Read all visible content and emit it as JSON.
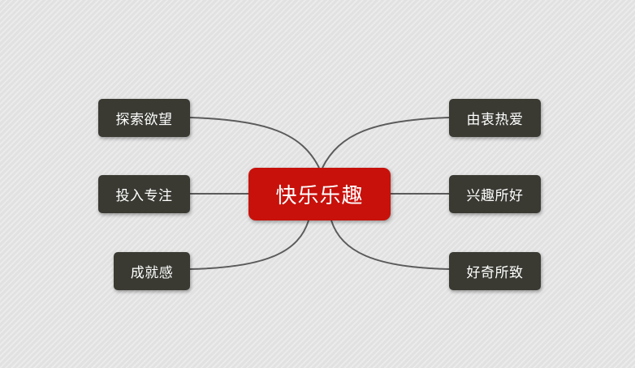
{
  "mindmap": {
    "center": {
      "label": "快乐乐趣",
      "color": "#c8110b"
    },
    "branch_color": "#3a3a33",
    "connector_color": "#5b5b5b",
    "left_branches": [
      {
        "label": "探索欲望"
      },
      {
        "label": "投入专注"
      },
      {
        "label": "成就感"
      }
    ],
    "right_branches": [
      {
        "label": "由衷热爱"
      },
      {
        "label": "兴趣所好"
      },
      {
        "label": "好奇所致"
      }
    ]
  }
}
